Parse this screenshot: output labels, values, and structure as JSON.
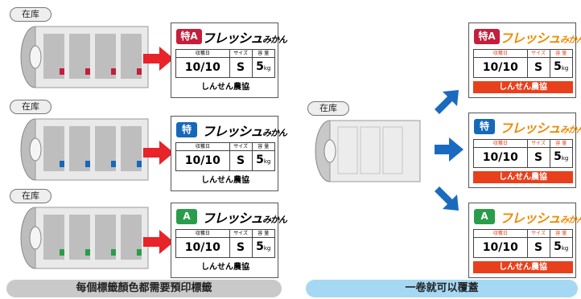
{
  "stock_label": "在库",
  "label_common": {
    "brand_main": "フレッシュ",
    "brand_small": "みかん",
    "col_harvest": "収穫日",
    "col_size": "サイズ",
    "col_capacity": "容 量",
    "harvest_date": "10/10",
    "size": "S",
    "capacity": "5",
    "unit": "kg",
    "farm": "しんせん農協"
  },
  "left_rows": [
    {
      "badge": "特A",
      "badge_color": "#c41e3a"
    },
    {
      "badge": "特",
      "badge_color": "#1668b8"
    },
    {
      "badge": "A",
      "badge_color": "#2a9d4a"
    }
  ],
  "right_rows": [
    {
      "badge": "特A",
      "badge_color": "#c41e3a"
    },
    {
      "badge": "特",
      "badge_color": "#1668b8"
    },
    {
      "badge": "A",
      "badge_color": "#2a9d4a"
    }
  ],
  "colors": {
    "red_arrow": "#e8232a",
    "blue_arrow": "#1a6bc0",
    "orange_brand": "#f08a00",
    "orange_footer": "#e8401c",
    "left_bar": "#c9c9c9",
    "right_bar": "#a5d8f3"
  },
  "bottom_left": "每個標籤顏色都需要預印標籤",
  "bottom_right": "一卷就可以覆蓋"
}
